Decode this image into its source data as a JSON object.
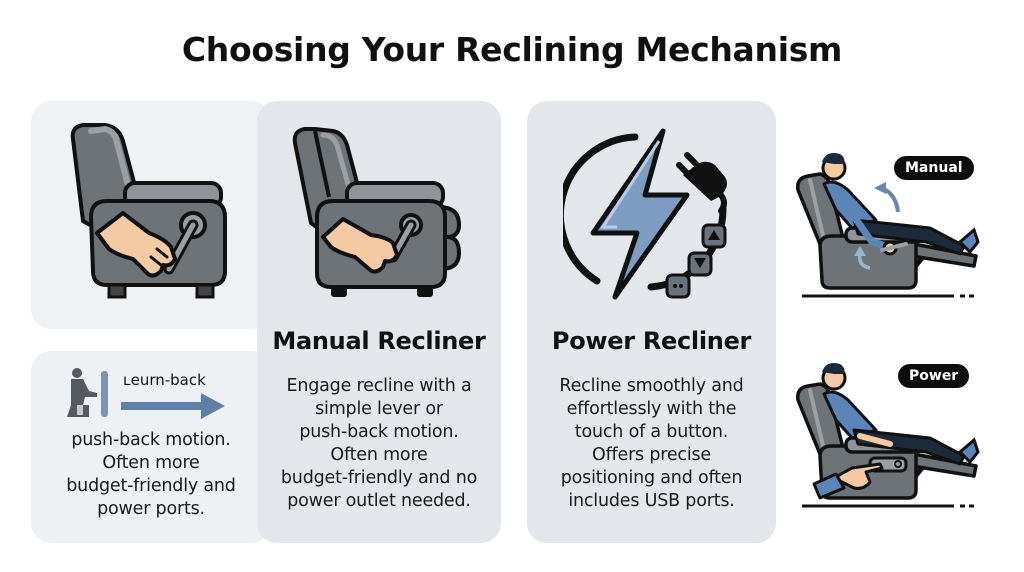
{
  "title": "Choosing Your Reclining Mechanism",
  "left_panel": {
    "label": "ʟeurn-back",
    "description_lines": [
      "push-back motion.",
      "Often more",
      "budget-friendly and",
      "power ports."
    ]
  },
  "manual": {
    "heading": "Manual Recliner",
    "description_lines": [
      "Engage recline with a",
      "simple lever or",
      "push-back motion.",
      "Often more",
      "budget-friendly and no",
      "power outlet needed."
    ]
  },
  "power": {
    "heading": "Power Recliner",
    "description_lines": [
      "Recline smoothly and",
      "effortlessly with the",
      "touch of a button.",
      "Offers precise",
      "positioning and often",
      "includes USB ports."
    ]
  },
  "side_illustrations": {
    "manual_badge": "Manual",
    "power_badge": "Power"
  },
  "colors": {
    "chair_gray": "#6e7378",
    "chair_light": "#9aa0a6",
    "outline": "#111111",
    "skin": "#f4c9a4",
    "shirt_blue": "#5b84b8",
    "bolt_blue": "#7e9cc2",
    "arrow_blue": "#5e80a8",
    "panel_light": "#eff2f5",
    "panel_mid": "#e3e6ea"
  }
}
